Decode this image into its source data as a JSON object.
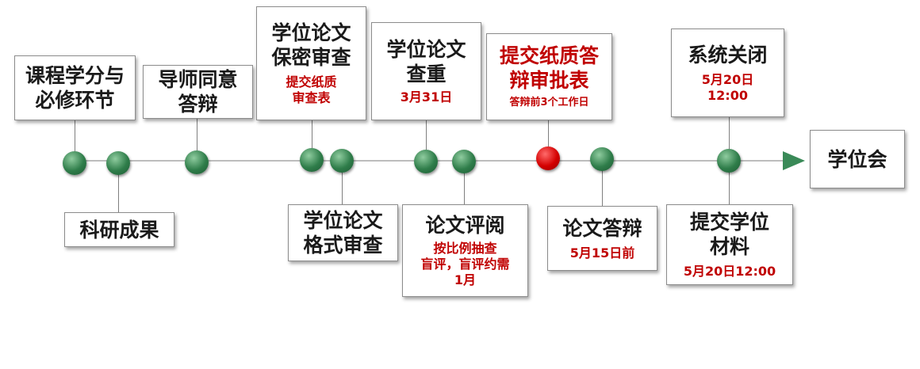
{
  "steps": {
    "credits": {
      "title": "课程学分与\n必修环节"
    },
    "research": {
      "title": "科研成果"
    },
    "advisor": {
      "title": "导师同意\n答辩"
    },
    "confidential": {
      "title": "学位论文\n保密审查",
      "note": "提交纸质\n审查表"
    },
    "format": {
      "title": "学位论文\n格式审查"
    },
    "plagiarism": {
      "title": "学位论文\n查重",
      "note": "3月31日"
    },
    "review": {
      "title": "论文评阅",
      "note": "按比例抽查\n盲评，盲评约需\n1月"
    },
    "approval_form": {
      "title": "提交纸质答\n辩审批表",
      "note": "答辩前3个工作日"
    },
    "defense": {
      "title": "论文答辩",
      "note": "5月15日前"
    },
    "system_close": {
      "title": "系统关闭",
      "note": "5月20日\n12:00"
    },
    "submit_materials": {
      "title": "提交学位\n材料",
      "note": "5月20日12:00"
    },
    "degree_council": {
      "title": "学位会"
    }
  },
  "colors": {
    "accent_red": "#c00000",
    "dot_green": "#2f7d4a",
    "dot_red": "#d40000",
    "axis": "#bdbdbd"
  }
}
